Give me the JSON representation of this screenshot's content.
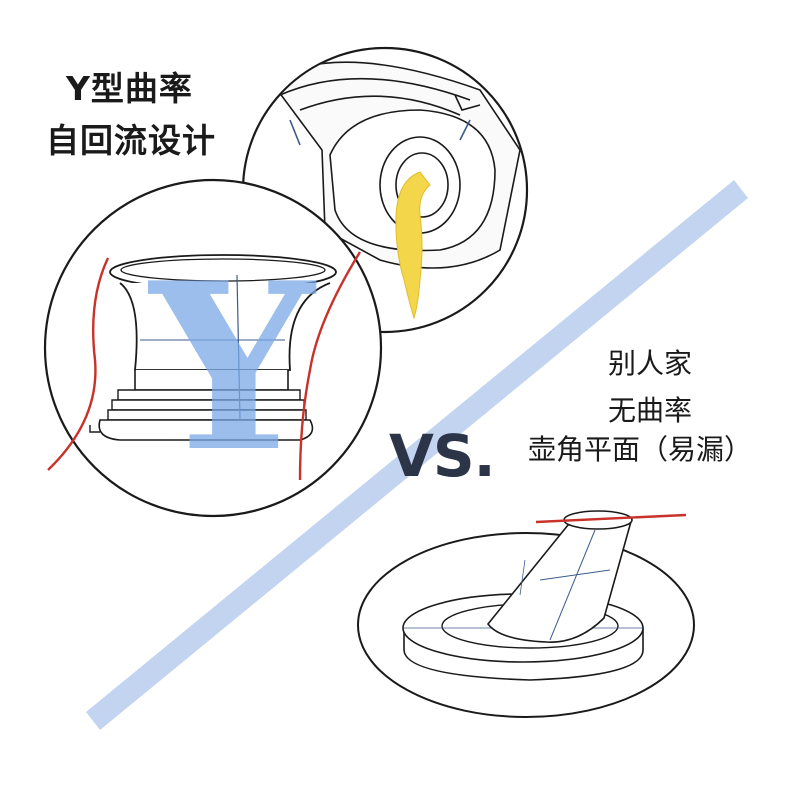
{
  "left_heading": {
    "line1": "Y型曲率",
    "line2": "自回流设计"
  },
  "comparison_label": "VS.",
  "right_heading": {
    "line1": "别人家",
    "line2": "无曲率",
    "line3": "壶角平面（易漏）"
  },
  "colors": {
    "ink": "#1a1a1a",
    "diagonal_band": "#b8cdef",
    "y_letter": "#7aa9e6",
    "red_curve": "#c8322a",
    "oil": "#f3d64a",
    "vs_text": "#2c3448",
    "outline_blue": "#3c5a8c"
  },
  "icons": {
    "y_letter": "Y",
    "oil_drip": "oil-drip-icon"
  }
}
